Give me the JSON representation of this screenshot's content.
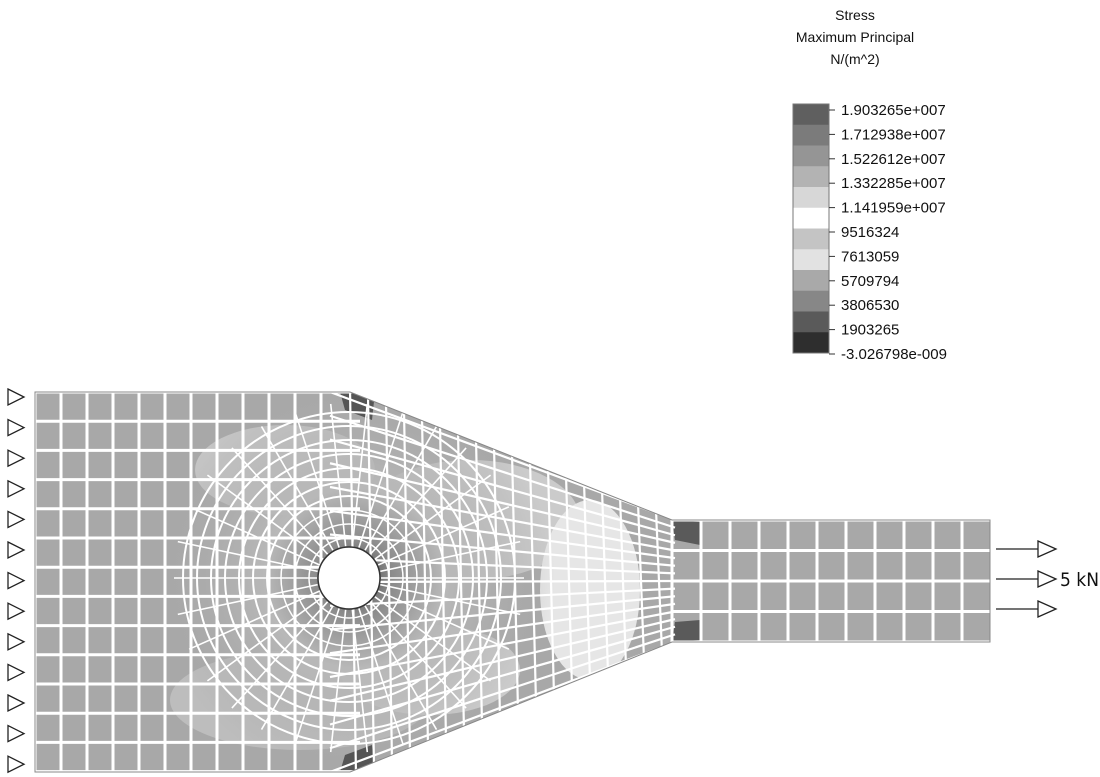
{
  "legend": {
    "title": "Stress",
    "subtitle": "Maximum Principal",
    "unit": "N/(m^2)",
    "ticks": [
      "1.903265e+007",
      "1.712938e+007",
      "1.522612e+007",
      "1.332285e+007",
      "1.141959e+007",
      "9516324",
      "7613059",
      "5709794",
      "3806530",
      "1903265",
      "-3.026798e-009"
    ],
    "band_colors": [
      "#5f5f5f",
      "#7b7b7b",
      "#959595",
      "#b3b3b3",
      "#d7d7d7",
      "#ffffff",
      "#c4c4c4",
      "#e2e2e2",
      "#a9a9a9",
      "#878787",
      "#5a5a5a",
      "#2e2e2e"
    ]
  },
  "load": {
    "label": "5 kN",
    "arrow_count": 3
  },
  "supports": {
    "count": 13
  },
  "mesh": {
    "element_fill": "#a8a8a8",
    "grid_line_color": "#ffffff"
  }
}
